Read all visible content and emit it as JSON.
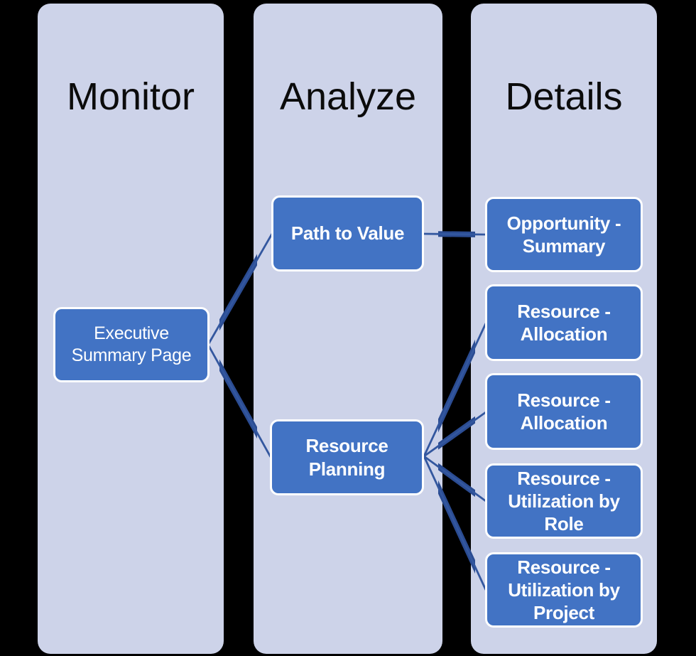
{
  "diagram": {
    "columns": [
      {
        "title": "Monitor",
        "nodes": [
          {
            "id": "executive-summary-page",
            "label": "Executive Summary Page"
          }
        ]
      },
      {
        "title": "Analyze",
        "nodes": [
          {
            "id": "path-to-value",
            "label": "Path to Value"
          },
          {
            "id": "resource-planning",
            "label": "Resource Planning"
          }
        ]
      },
      {
        "title": "Details",
        "nodes": [
          {
            "id": "opportunity-summary",
            "label": "Opportunity - Summary"
          },
          {
            "id": "resource-allocation-1",
            "label": "Resource - Allocation"
          },
          {
            "id": "resource-allocation-2",
            "label": "Resource - Allocation"
          },
          {
            "id": "resource-utilization-by-role",
            "label": "Resource - Utilization by Role"
          },
          {
            "id": "resource-utilization-by-project",
            "label": "Resource - Utilization by Project"
          }
        ]
      }
    ],
    "edges": [
      {
        "from": "executive-summary-page",
        "to": "path-to-value"
      },
      {
        "from": "executive-summary-page",
        "to": "resource-planning"
      },
      {
        "from": "path-to-value",
        "to": "opportunity-summary"
      },
      {
        "from": "resource-planning",
        "to": "resource-allocation-1"
      },
      {
        "from": "resource-planning",
        "to": "resource-allocation-2"
      },
      {
        "from": "resource-planning",
        "to": "resource-utilization-by-role"
      },
      {
        "from": "resource-planning",
        "to": "resource-utilization-by-project"
      }
    ]
  },
  "colors": {
    "column_bg": "#CDD3E9",
    "node_fill": "#4273C4",
    "node_border": "#FFFFFF",
    "node_text": "#FFFFFF",
    "connector": "#33579F",
    "connector_gap": "#2B4C92",
    "title_text": "#0B0B0B",
    "canvas_bg": "#000000"
  }
}
